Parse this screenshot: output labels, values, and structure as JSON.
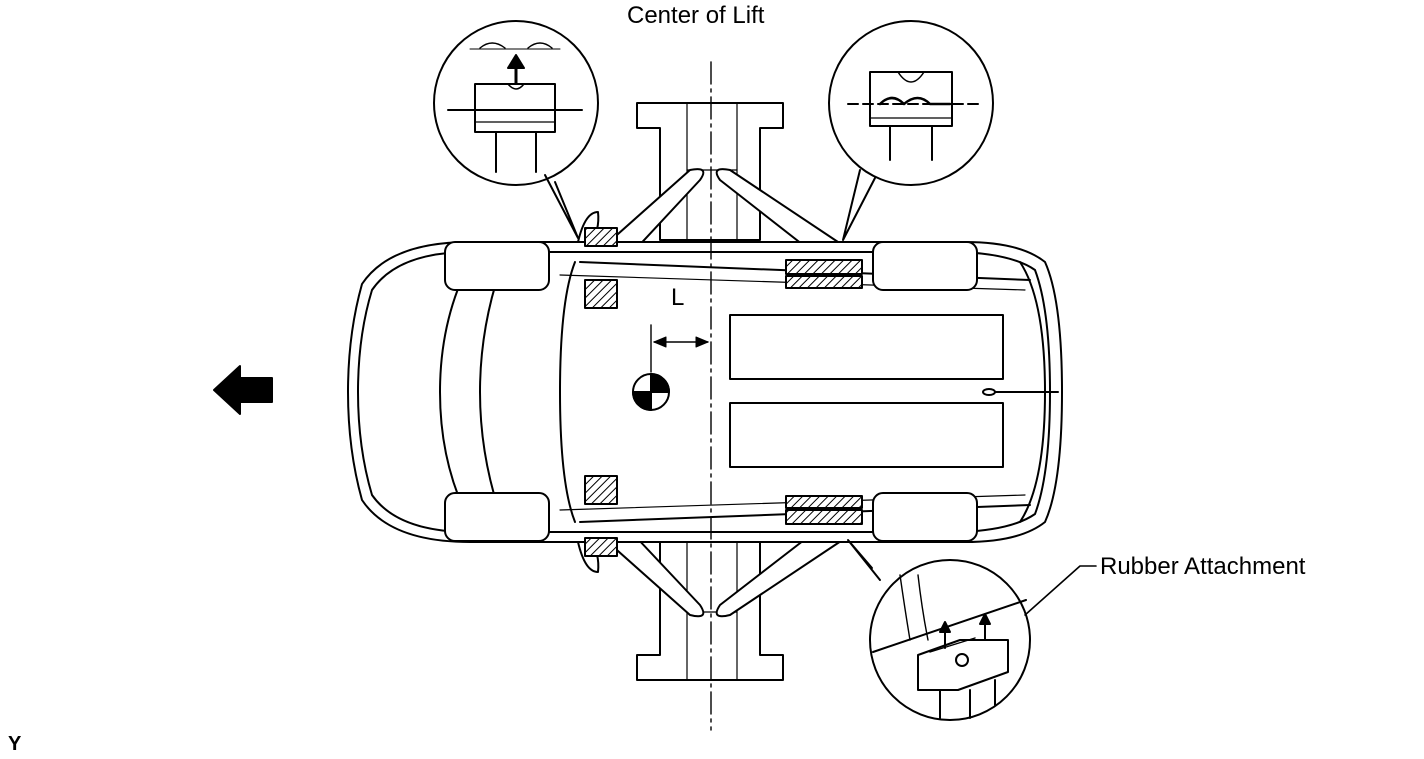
{
  "labels": {
    "center_of_lift": "Center of Lift",
    "rubber_attachment": "Rubber Attachment",
    "distance_l": "L",
    "figure_code": "Y"
  },
  "icons": {
    "direction_arrow": "arrow-left-icon",
    "center_of_gravity": "center-of-gravity-icon"
  },
  "colors": {
    "line": "#000000",
    "background": "#ffffff"
  }
}
